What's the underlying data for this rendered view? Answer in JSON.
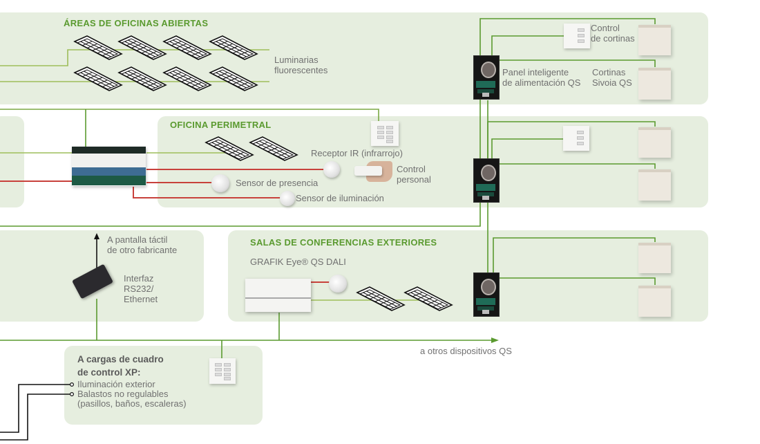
{
  "colors": {
    "zone_bg": "#e6eedf",
    "title_green": "#5a9a2f",
    "bus_green": "#5a9a2f",
    "light_green": "#9dbd5a",
    "sensor_red": "#c8413b",
    "load_black": "#111111",
    "label_gray": "#707070"
  },
  "zones": {
    "open_office": {
      "title": "ÁREAS DE OFICINAS ABIERTAS"
    },
    "perimeter_office": {
      "title": "OFICINA PERIMETRAL"
    },
    "conference": {
      "title": "SALAS DE CONFERENCIAS EXTERIORES"
    }
  },
  "labels": {
    "fluorescent_fixtures": [
      "Luminarias",
      "fluorescentes"
    ],
    "shade_control": [
      "Control",
      "de cortinas"
    ],
    "power_panel": [
      "Panel inteligente",
      "de alimentación QS"
    ],
    "sivoia_shades": [
      "Cortinas",
      "Sivoia QS"
    ],
    "ir_receiver": "Receptor IR (infrarrojo)",
    "personal_control": [
      "Control",
      "personal"
    ],
    "occupancy_sensor": "Sensor de presencia",
    "daylight_sensor": "Sensor de iluminación",
    "touchscreen": [
      "A pantalla táctil",
      "de otro fabricante"
    ],
    "interface": [
      "Interfaz",
      "RS232/",
      "Ethernet"
    ],
    "grafik_eye": "GRAFIK Eye® QS DALI",
    "other_qs_devices": "a otros dispositivos QS",
    "xp_panel_title": [
      "A cargas de cuadro",
      "de control XP:"
    ],
    "xp_loads": [
      "Iluminación exterior",
      "Balastos no regulables",
      "(pasillos, baños, escaleras)"
    ]
  },
  "icons": {
    "fixture": "fluorescent-fixture-icon",
    "keypad": "seetouch-keypad-icon",
    "shade": "roller-shade-icon",
    "panel": "power-panel-icon",
    "sensor": "ceiling-sensor-icon",
    "module": "qs-sensor-module-icon",
    "interface": "rs232-ethernet-interface-icon",
    "grafik": "grafik-eye-control-icon",
    "remote": "ir-remote-icon"
  }
}
